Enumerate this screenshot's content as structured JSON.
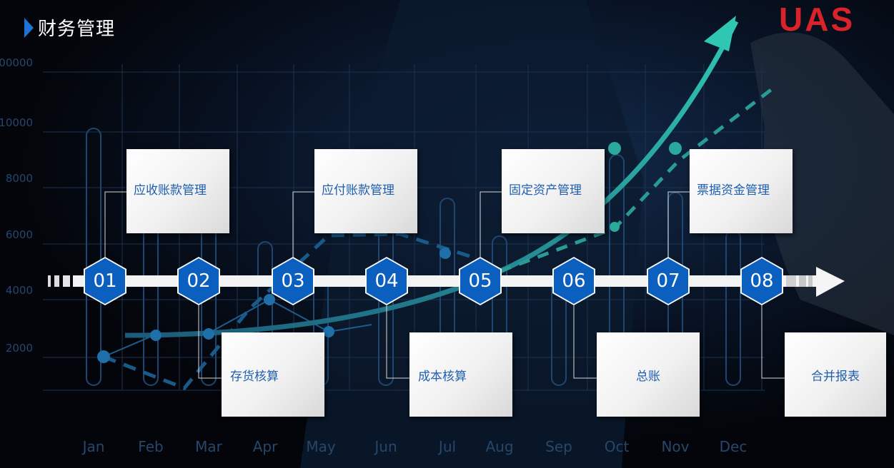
{
  "header": {
    "title": "财务管理",
    "logo": "UAS"
  },
  "background_chart": {
    "y_ticks": [
      "00000",
      "10000",
      "8000",
      "6000",
      "4000",
      "2000"
    ],
    "x_months": [
      "Jan",
      "Feb",
      "Mar",
      "Apr",
      "May",
      "Jun",
      "Jul",
      "Aug",
      "Sep",
      "Oct",
      "Nov",
      "Dec"
    ]
  },
  "steps": [
    {
      "num": "01",
      "label": "应收账款管理"
    },
    {
      "num": "02",
      "label": "存货核算"
    },
    {
      "num": "03",
      "label": "应付账款管理"
    },
    {
      "num": "04",
      "label": "成本核算"
    },
    {
      "num": "05",
      "label": "固定资产管理"
    },
    {
      "num": "06",
      "label": "总账"
    },
    {
      "num": "07",
      "label": "票据资金管理"
    },
    {
      "num": "08",
      "label": "合并报表"
    }
  ],
  "colors": {
    "accent": "#0a5fbf",
    "card_text": "#1f5fb0",
    "logo": "#d9222a",
    "title": "#ffffff"
  }
}
